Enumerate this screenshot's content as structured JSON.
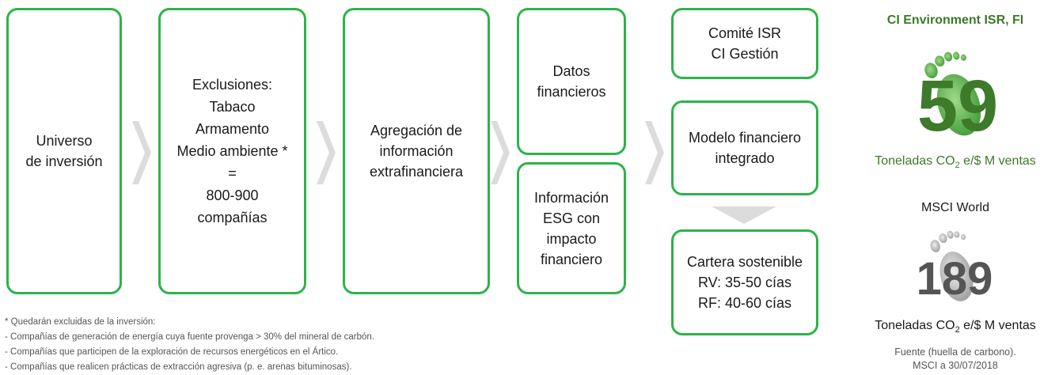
{
  "boxes": {
    "universe": [
      "Universo",
      "de inversión"
    ],
    "exclusions": [
      "Exclusiones:",
      "Tabaco",
      "Armamento",
      "Medio ambiente *",
      "=",
      "800-900",
      "compañías"
    ],
    "aggregation": [
      "Agregación de",
      "información",
      "extrafinanciera"
    ],
    "financial_data": [
      "Datos",
      "financieros"
    ],
    "esg_info": [
      "Información",
      "ESG con",
      "impacto",
      "financiero"
    ],
    "committee": [
      "Comité ISR",
      "CI Gestión"
    ],
    "model": [
      "Modelo financiero",
      "integrado"
    ],
    "portfolio": [
      "Cartera sostenible",
      "RV: 35-50 cías",
      "RF: 40-60 cías"
    ]
  },
  "notes": [
    "* Quedarán excluidas de la inversión:",
    "- Compañías de generación de energía cuya fuente provenga > 30% del mineral de carbón.",
    "- Compañías que participen de la exploración de recursos energéticos en el Ártico.",
    "- Compañías que realicen prácticas de extracción agresiva (p. e. arenas bituminosas)."
  ],
  "fund": {
    "title": "CI Environment ISR, FI",
    "value": "59",
    "unit_pre": "Toneladas CO",
    "unit_sub": "2",
    "unit_post": " e/$ M ventas",
    "color": "#3d7a2a",
    "icon": "green-footprint-icon"
  },
  "benchmark": {
    "title": "MSCI World",
    "value": "189",
    "unit_pre": "Toneladas CO",
    "unit_sub": "2",
    "unit_post": " e/$ M ventas",
    "color": "#555555",
    "icon": "grey-footprint-icon"
  },
  "source": [
    "Fuente (huella de carbono).",
    "MSCI a 30/07/2018"
  ]
}
